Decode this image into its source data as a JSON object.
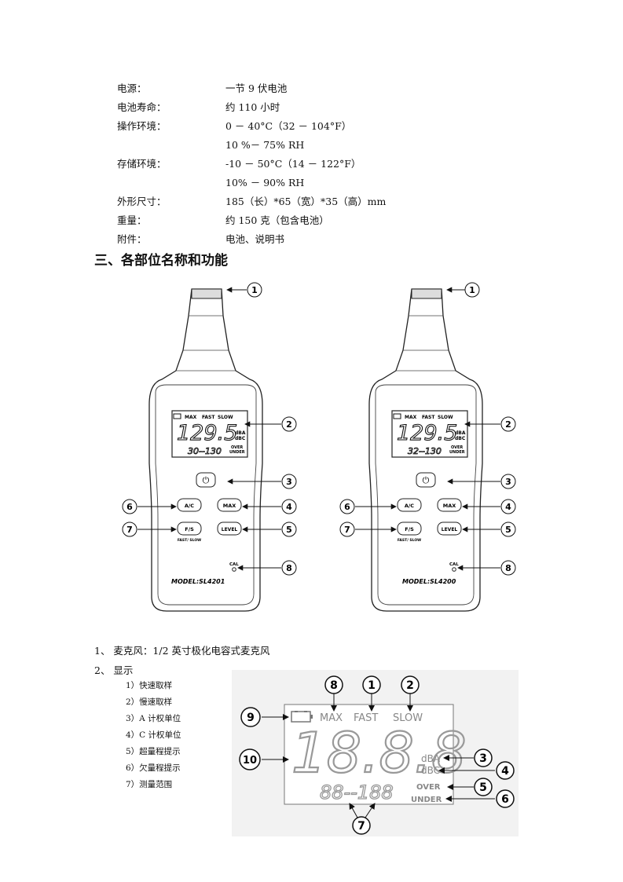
{
  "specs": [
    {
      "key": "电源：",
      "value": "一节 9 伏电池"
    },
    {
      "key": "电池寿命：",
      "value": "约 110 小时"
    },
    {
      "key": "操作环境：",
      "value": "0 － 40°C（32 － 104°F）"
    },
    {
      "key": "",
      "value": "10 %－ 75% RH"
    },
    {
      "key": "存储环境：",
      "value": "-10 － 50°C（14 － 122°F）"
    },
    {
      "key": "",
      "value": "10% － 90% RH"
    },
    {
      "key": "外形尺寸：",
      "value": "185（长）*65（宽）*35（高）mm"
    },
    {
      "key": "重量：",
      "value": "约 150 克（包含电池）"
    },
    {
      "key": "附件：",
      "value": "电池、说明书"
    }
  ],
  "section_title": "三、各部位名称和功能",
  "meters": [
    {
      "reading": "129.5",
      "range": "30--130",
      "model": "MODEL:SL4201"
    },
    {
      "reading": "129.5",
      "range": "32--130",
      "model": "MODEL:SL4200"
    }
  ],
  "meter_labels": {
    "max": "MAX",
    "fast": "FAST",
    "slow": "SLOW",
    "dba": "dBA",
    "dbc": "dBC",
    "over": "OVER",
    "under": "UNDER",
    "ac": "A/C",
    "max_btn": "MAX",
    "fs": "F/S",
    "fs_sub": "FAST/ SLOW",
    "level": "LEVEL",
    "cal": "CAL",
    "power": "⏻"
  },
  "callouts": [
    "1",
    "2",
    "3",
    "4",
    "5",
    "6",
    "7",
    "8"
  ],
  "item1": "1、  麦克风：1/2 英寸极化电容式麦克风",
  "item2": "2、 显示",
  "display_items": [
    "1）快速取样",
    "2）慢速取样",
    "3）A 计权单位",
    "4）C 计权单位",
    "5）超量程提示",
    "6）欠量程提示",
    "7）测量范围"
  ],
  "lcd": {
    "max": "MAX",
    "fast": "FAST",
    "slow": "SLOW",
    "digits": "18.8.8",
    "range": "88--188",
    "dba": "dBA",
    "dbc": "dBC",
    "over": "OVER",
    "under": "UNDER",
    "callouts": [
      "8",
      "1",
      "2",
      "9",
      "10",
      "3",
      "4",
      "5",
      "6",
      "7"
    ]
  }
}
